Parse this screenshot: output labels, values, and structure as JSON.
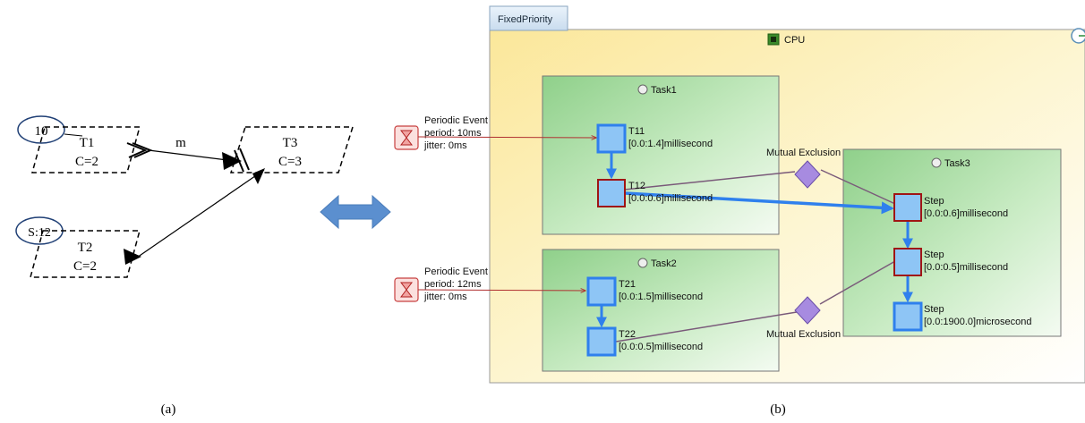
{
  "left": {
    "caption": "(a)",
    "clock": "10",
    "sporadic": "S:12",
    "t1": {
      "name": "T1",
      "cost": "C=2"
    },
    "t2": {
      "name": "T2",
      "cost": "C=2"
    },
    "t3": {
      "name": "T3",
      "cost": "C=3"
    },
    "message": "m"
  },
  "right": {
    "caption": "(b)",
    "tab": "FixedPriority",
    "cpu": "CPU",
    "event1": {
      "title": "Periodic Event",
      "period": "period: 10ms",
      "jitter": "jitter: 0ms"
    },
    "event2": {
      "title": "Periodic Event",
      "period": "period: 12ms",
      "jitter": "jitter: 0ms"
    },
    "task1": {
      "title": "Task1",
      "steps": [
        {
          "name": "T11",
          "range": "[0.0:1.4]millisecond"
        },
        {
          "name": "T12",
          "range": "[0.0:0.6]millisecond"
        }
      ]
    },
    "task2": {
      "title": "Task2",
      "steps": [
        {
          "name": "T21",
          "range": "[0.0:1.5]millisecond"
        },
        {
          "name": "T22",
          "range": "[0.0:0.5]millisecond"
        }
      ]
    },
    "task3": {
      "title": "Task3",
      "steps": [
        {
          "name": "Step",
          "range": "[0.0:0.6]millisecond"
        },
        {
          "name": "Step",
          "range": "[0.0:0.5]millisecond"
        },
        {
          "name": "Step",
          "range": "[0.0:1900.0]microsecond"
        }
      ]
    },
    "mutex1": "Mutual Exclusion",
    "mutex2": "Mutual Exclusion"
  },
  "colors": {
    "step_fill": "#8ec5f5",
    "step_border": "#2f80ed",
    "step_border_red": "#a01515",
    "mutex_fill": "#a78be0",
    "cpu_bg": "#fdf5c9",
    "task_bg": "#b6dfb0",
    "arrow_blue": "#2f80ed",
    "arrow_red": "#b03030",
    "link_purple": "#7a5a7a",
    "double_arrow": "#5b8fcf"
  }
}
